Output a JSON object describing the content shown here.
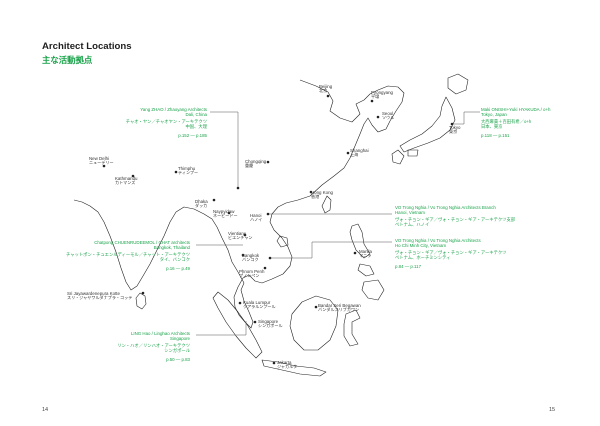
{
  "heading": {
    "title": "Architect Locations",
    "subtitle": "主な活動拠点"
  },
  "page_numbers": {
    "left": "14",
    "right": "15"
  },
  "colors": {
    "accent": "#1aa34a",
    "land": "#ffffff",
    "coast": "#222222",
    "text": "#222222"
  },
  "cities": {
    "beijing": {
      "en": "Beijing",
      "jp": "北京"
    },
    "pyongyang": {
      "en": "Pyongyang",
      "jp": "平壌"
    },
    "seoul": {
      "en": "Seoul",
      "jp": "ソウル"
    },
    "tokyo": {
      "en": "Tokyo",
      "jp": "東京"
    },
    "shanghai": {
      "en": "Shanghai",
      "jp": "上海"
    },
    "chongqing": {
      "en": "Chongqing",
      "jp": "重慶"
    },
    "newdelhi": {
      "en": "New Delhi",
      "jp": "ニューデリー"
    },
    "kathmandu": {
      "en": "Kathmandu",
      "jp": "カトマンズ"
    },
    "thimphu": {
      "en": "Thimphu",
      "jp": "ティンプー"
    },
    "dhaka": {
      "en": "Dhaka",
      "jp": "ダッカ"
    },
    "naypyidaw": {
      "en": "Naypyidaw",
      "jp": "ネーピードー"
    },
    "hanoi": {
      "en": "Hanoi",
      "jp": "ハノイ"
    },
    "hongkong": {
      "en": "Hong Kong",
      "jp": "香港"
    },
    "vientiane": {
      "en": "Vientiane",
      "jp": "ビエンチャン"
    },
    "bangkok": {
      "en": "Bangkok",
      "jp": "バンコク"
    },
    "phnompenh": {
      "en": "Phnom Penh",
      "jp": "プノンペン"
    },
    "manila": {
      "en": "Manila",
      "jp": "マニラ"
    },
    "colombo": {
      "en": "Sri Jayawardenepura Kotte",
      "jp": "スリ・ジャヤワルダナプラ・コッテ"
    },
    "kualalumpur": {
      "en": "Kuala Lumpur",
      "jp": "クアラルンプール"
    },
    "bandar": {
      "en": "Bandar Seri Begawan",
      "jp": "バンダルスリブガワン"
    },
    "singapore": {
      "en": "Singapore",
      "jp": "シンガポール"
    },
    "jakarta": {
      "en": "Jakarta",
      "jp": "ジャカルタ"
    }
  },
  "architects": [
    {
      "id": "zhao",
      "name": "Yang ZHAO / Zhaoyang Architects",
      "place": "Dali, China",
      "name_jp": "チャオ・ヤン／チャオヤン・アーキテクツ",
      "place_jp": "中国、大理",
      "pages": "p.152 — p.185"
    },
    {
      "id": "onishi",
      "name": "Maki ONISHI+Yuki HYAKUDA / o+h",
      "place": "Tokyo, Japan",
      "name_jp": "大西麻貴＋百田有希／o+h",
      "place_jp": "日本、東京",
      "pages": "p.118 — p.151"
    },
    {
      "id": "vtn_hanoi",
      "name": "VO Trong Nghia / Vo Trong Nghia Architects Branch",
      "place": "Hanoi, Vietnam",
      "name_jp": "ヴォ・チョン・ギア／ヴォ・チョン・ギア・アーキテクツ支部",
      "place_jp": "ベトナム、ハノイ"
    },
    {
      "id": "chat",
      "name": "Chatpong CHUENRUDEEMOL / CHAT architects",
      "place": "Bangkok, Thailand",
      "name_jp": "チャットポン・チュエンルディーモル／チャット・アーキテクツ",
      "place_jp": "タイ、バンコク",
      "pages": "p.16 — p.49"
    },
    {
      "id": "vtn_hcmc",
      "name": "VO Trong Nghia / Vo Trong Nghia Architects",
      "place": "Ho Chi Minh City, Vietnam",
      "name_jp": "ヴォ・チョン・ギア／ヴォ・チョン・ギア・アーキテクツ",
      "place_jp": "ベトナム、ホーチミンシティ",
      "pages": "p.84 — p.117"
    },
    {
      "id": "ling",
      "name": "LING Hao / Linghao Architects",
      "place": "Singapore",
      "name_jp": "リン・ハオ／リンハオ・アーキテクツ",
      "place_jp": "シンガポール",
      "pages": "p.50 — p.83"
    }
  ]
}
